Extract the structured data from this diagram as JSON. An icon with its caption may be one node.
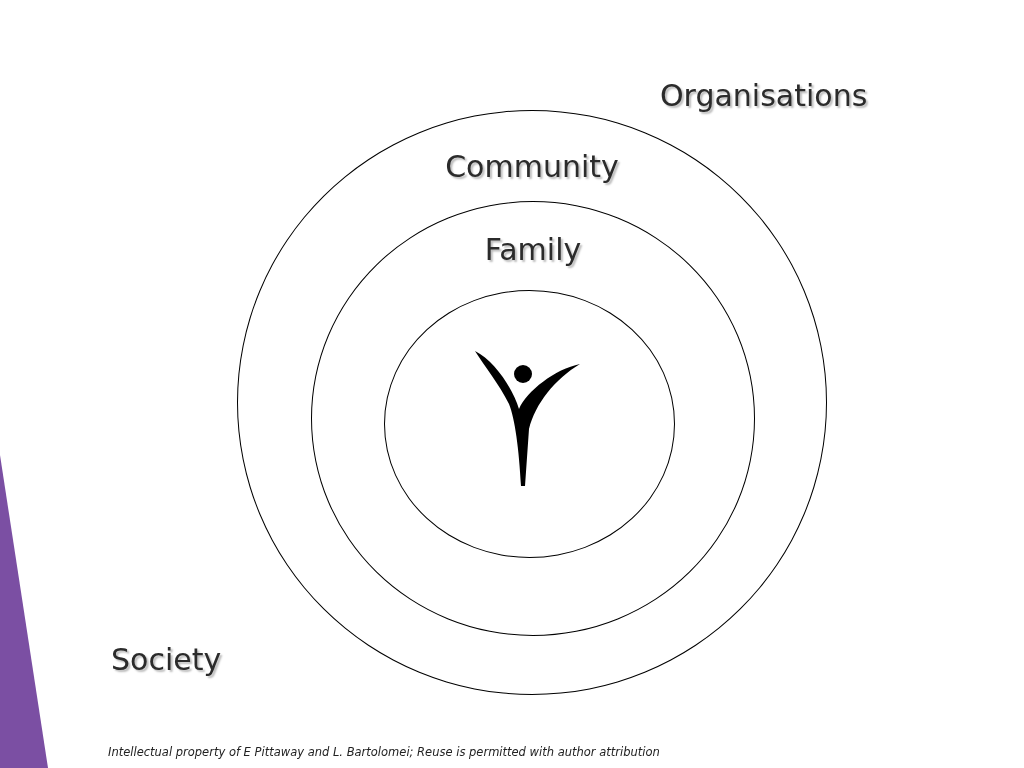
{
  "diagram": {
    "caption": "Intellectual property of E Pittaway and L. Bartolomei; Reuse is permitted with author attribution",
    "nodes": [
      {
        "text": [
          "Community"
        ]
      },
      {
        "text": [
          "Family"
        ],
        "in": 0
      },
      {
        "text": [],
        "shape": "circle",
        "in": 1
      }
    ],
    "labels": [
      "Organisations",
      "Society"
    ]
  }
}
